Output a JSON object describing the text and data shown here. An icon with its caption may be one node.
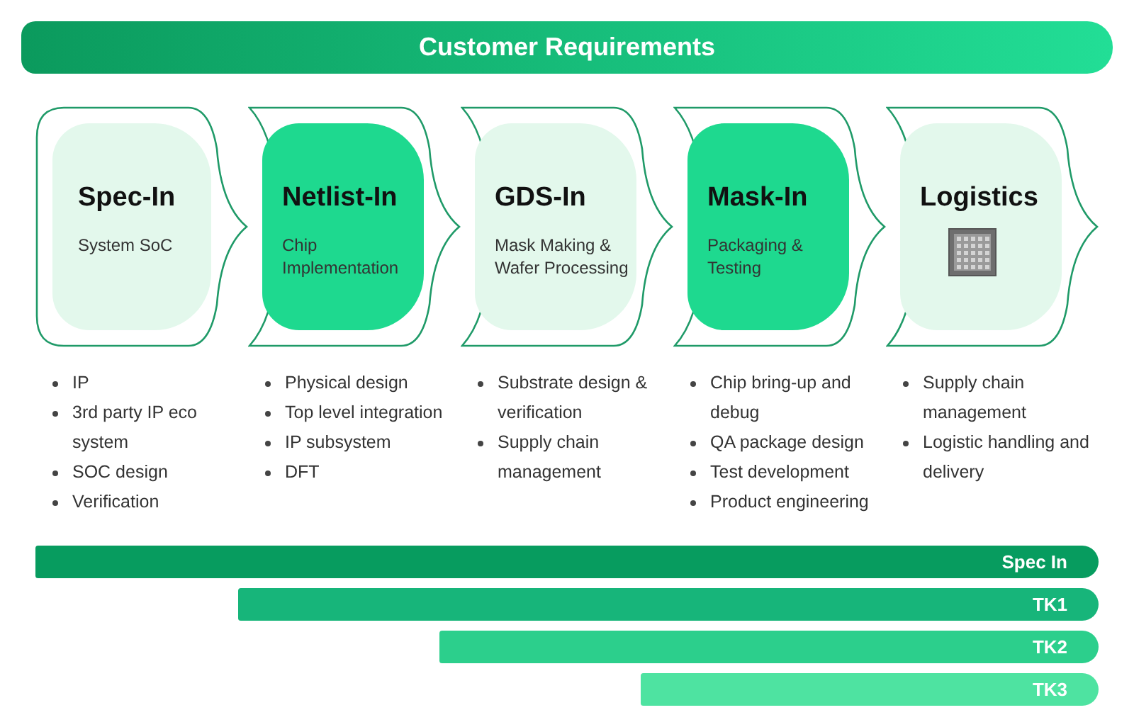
{
  "diagram": {
    "nodes": [
      {
        "text": [
          "Customer Requirements"
        ]
      },
      {
        "text": [
          "Spec-In",
          "System SoC"
        ],
        "beside": [
          "IP",
          "3rd party IP eco system",
          "SOC design",
          "Verification"
        ]
      },
      {
        "text": [
          "Netlist-In",
          "Chip Implementation"
        ],
        "beside": [
          "Physical design",
          "Top level integration",
          "IP subsystem",
          "DFT"
        ]
      },
      {
        "text": [
          "GDS-In",
          "Mask Making & Wafer Processing"
        ],
        "beside": [
          "Substrate design & verification",
          "Supply chain management"
        ]
      },
      {
        "text": [
          "Mask-In",
          "Packaging & Testing"
        ],
        "beside": [
          "Chip bring-up and debug",
          "QA package design",
          "Test development",
          "Product engineering"
        ]
      },
      {
        "text": [
          "Logistics"
        ],
        "beside": [
          "Supply chain management",
          "Logistic handling and delivery"
        ]
      },
      {
        "text": [],
        "shape": "picture",
        "in": 5
      },
      {
        "text": [
          "Spec In"
        ]
      },
      {
        "text": [
          "TK1"
        ]
      },
      {
        "text": [
          "TK2"
        ]
      },
      {
        "text": [
          "TK3"
        ]
      }
    ],
    "edges": []
  }
}
